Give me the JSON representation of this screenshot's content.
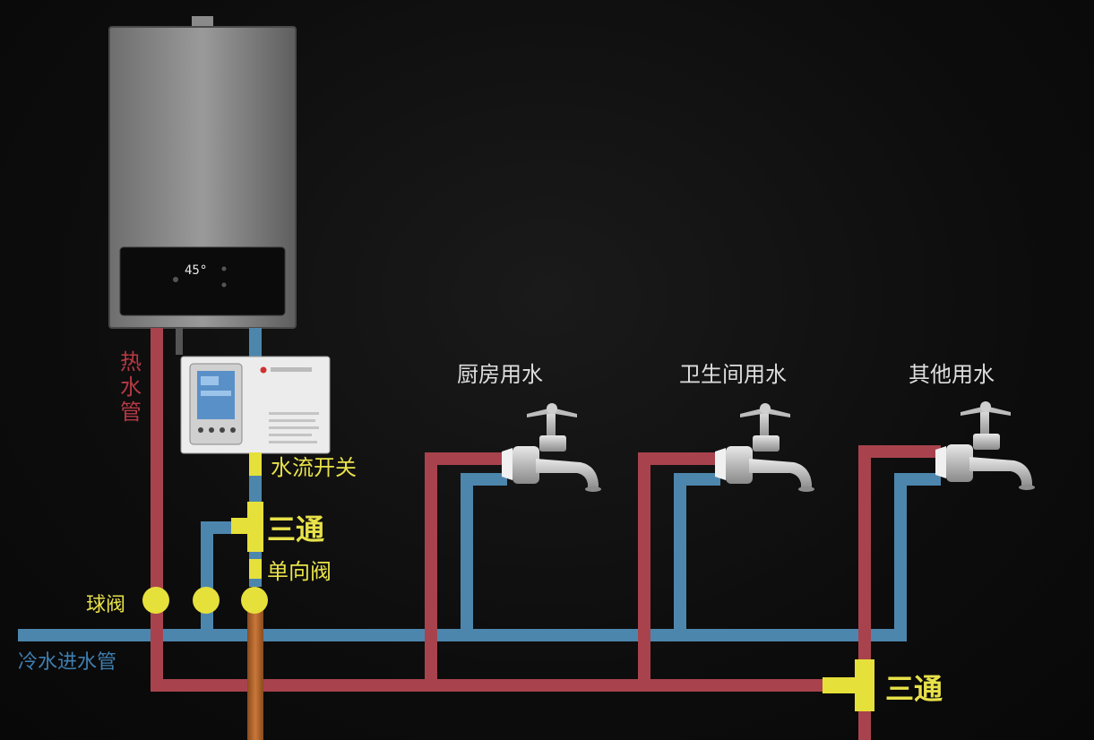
{
  "heater": {
    "display_temp": "45°"
  },
  "labels": {
    "hot_pipe": [
      "热",
      "水",
      "管"
    ],
    "water_flow_switch": "水流开关",
    "tee_top": "三通",
    "check_valve": "单向阀",
    "ball_valve": "球阀",
    "cold_inlet": "冷水进水管",
    "tee_bottom": "三通",
    "kitchen": "厨房用水",
    "bathroom": "卫生间用水",
    "other": "其他用水"
  },
  "colors": {
    "hot_pipe": "#a8434d",
    "cold_pipe": "#4d86ad",
    "fitting": "#e6e03a",
    "label_yellow": "#e8e24a",
    "label_red": "#b63a45",
    "label_blue": "#3f7fb0",
    "label_white": "#dedede",
    "copper": "#b5642a"
  },
  "icons": [
    "water-heater-icon",
    "pump-controller-icon",
    "faucet-icon",
    "ball-valve-icon",
    "tee-fitting-icon"
  ]
}
